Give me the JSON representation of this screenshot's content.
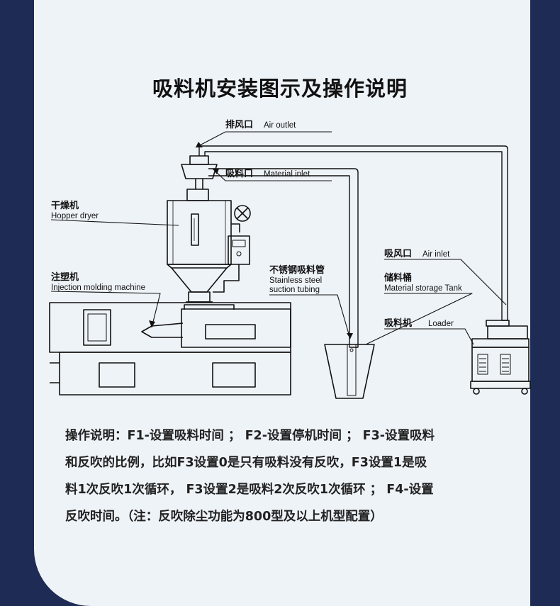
{
  "title": "吸料机安装图示及操作说明",
  "labels": {
    "air_outlet": {
      "cn": "排风口",
      "en": "Air outlet"
    },
    "material_inlet": {
      "cn": "吸料口",
      "en": "Material inlet"
    },
    "hopper_dryer": {
      "cn": "干燥机",
      "en": "Hopper dryer"
    },
    "injection_machine": {
      "cn": "注塑机",
      "en": "Injection molding machine"
    },
    "tubing": {
      "cn": "不锈钢吸料管",
      "en1": "Stainless steel",
      "en2": "suction  tubing"
    },
    "air_inlet": {
      "cn": "吸风口",
      "en": "Air inlet"
    },
    "storage_tank": {
      "cn": "储料桶",
      "en": "Material storage Tank"
    },
    "loader": {
      "cn": "吸料机",
      "en": "Loader"
    }
  },
  "description": [
    "操作说明：F1-设置吸料时间 ； F2-设置停机时间 ； F3-设置吸料",
    "和反吹的比例，比如F3设置0是只有吸料没有反吹，F3设置1是吸",
    "料1次反吹1次循环， F3设置2是吸料2次反吹1次循环 ； F4-设置",
    "反吹时间。（注：反吹除尘功能为800型及以上机型配置）"
  ],
  "colors": {
    "background": "#1e2b55",
    "card": "#eef3f8",
    "ink": "#111111"
  }
}
